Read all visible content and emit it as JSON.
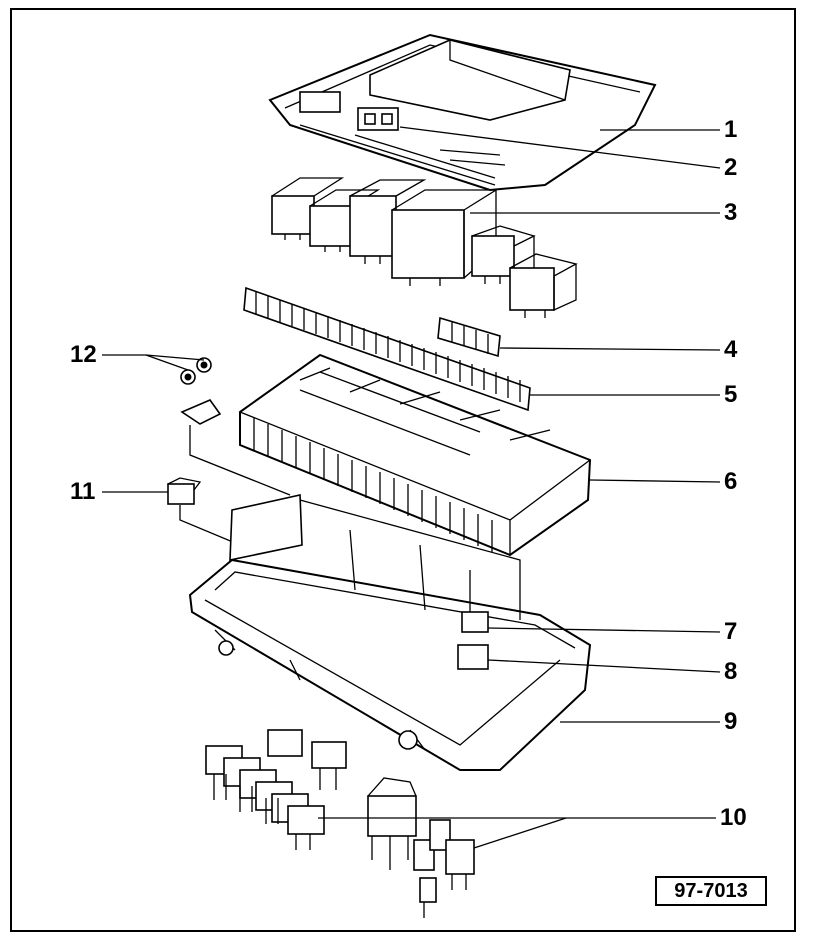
{
  "figure_ref": "97-7013",
  "callouts": [
    "1",
    "2",
    "3",
    "4",
    "5",
    "6",
    "7",
    "8",
    "9",
    "10",
    "11",
    "12"
  ]
}
